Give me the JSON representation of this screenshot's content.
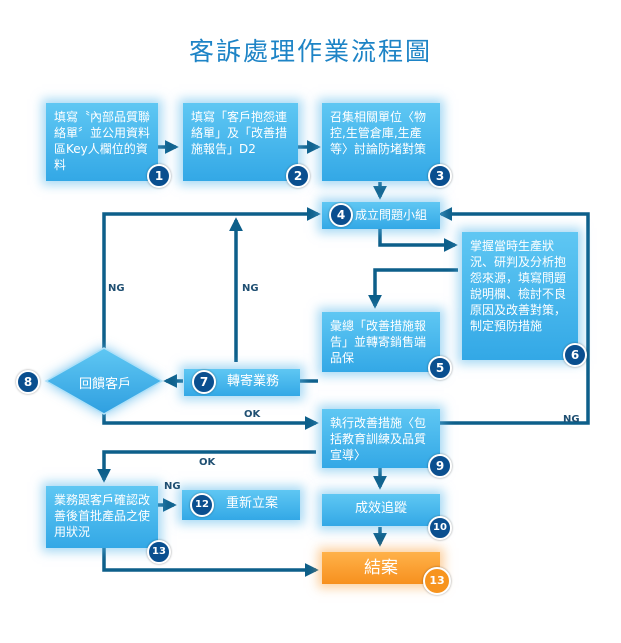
{
  "title": "客訴處理作業流程圖",
  "colors": {
    "line": "#0d5f8a",
    "box": "#3aade8",
    "final": "#f7941e",
    "badge": "#0a4f8f"
  },
  "steps": {
    "s1": {
      "text": "填寫〝內部品質聯絡單〞並公用資料區Key人欄位的資料",
      "num": "1"
    },
    "s2": {
      "text": "填寫「客戶抱怨連絡單」及「改善措施報告」D2",
      "num": "2"
    },
    "s3": {
      "text": "召集相關單位〈物控,生管倉庫,生產等〉討論防堵對策",
      "num": "3"
    },
    "s4": {
      "text": "成立問題小組",
      "num": "4"
    },
    "s5": {
      "text": "彙總「改善措施報告」並轉寄銷售端品保",
      "num": "5"
    },
    "s6": {
      "text": "掌握當時生產狀況、研判及分析抱怨來源，填寫問題說明欄、檢討不良原因及改善對策，制定預防措施",
      "num": "6"
    },
    "s7": {
      "text": "轉寄業務",
      "num": "7"
    },
    "s8": {
      "text": "回饋客戶",
      "num": "8"
    },
    "s9": {
      "text": "執行改善措施〈包括教育訓練及品質宣導〉",
      "num": "9"
    },
    "s10": {
      "text": "成效追蹤",
      "num": "10"
    },
    "s11": {
      "text": "業務跟客戶確認改善後首批產品之使用狀況",
      "num": "13"
    },
    "s12": {
      "text": "重新立案",
      "num": "12"
    },
    "s13": {
      "text": "結案",
      "num": "13"
    }
  },
  "edge_labels": {
    "ng_left": "NG",
    "ng_mid": "NG",
    "ng_right": "NG",
    "ok_feedback": "OK",
    "ok_confirm": "OK",
    "ng_confirm": "NG"
  }
}
